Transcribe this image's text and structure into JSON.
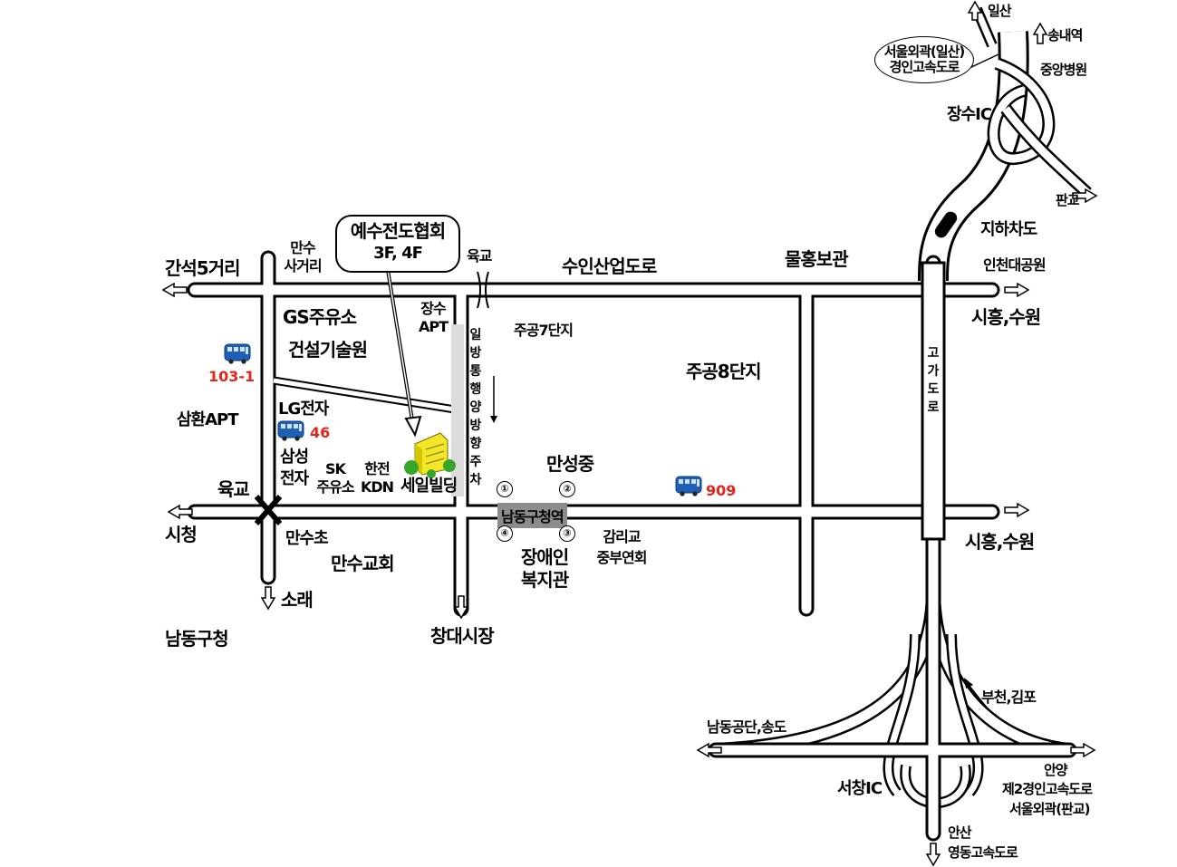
{
  "callout": {
    "line1": "예수전도협회",
    "line2": "3F, 4F"
  },
  "highway_oval": {
    "line1": "서울외곽(일산)",
    "line2": "경인고속도로"
  },
  "top_right": {
    "ilsan": "일산",
    "songnae": "송내역",
    "hospital": "중앙병원",
    "jangsu_ic": "장수IC",
    "pangyo": "판교",
    "underpass": "지하차도",
    "incheon_park": "인천대공원",
    "siheung_upper": "시흥,수원",
    "elevated": [
      "고",
      "가",
      "도",
      "로"
    ]
  },
  "streets": {
    "ganseok": "간석5거리",
    "mansu_jct": [
      "만수",
      "사거리"
    ],
    "yukgyo_top": "육교",
    "suin_road": "수인산업도로",
    "mulhong": "물홍보관",
    "yukgyo_left": "육교",
    "sicheong": "시청",
    "sorae": "소래",
    "namdong_office": "남동구청",
    "changdae": "창대시장",
    "siheung_lower": "시흥,수원"
  },
  "places": {
    "gs": "GS주유소",
    "construction": "건설기술원",
    "jangsu_apt": [
      "장수",
      "APT"
    ],
    "jugong7": "주공7단지",
    "jugong8": "주공8단지",
    "samhwan": "삼환APT",
    "lg": "LG전자",
    "samsung": [
      "삼성",
      "전자"
    ],
    "sk": [
      "SK",
      "주유소"
    ],
    "kdn": [
      "한전",
      "KDN"
    ],
    "seil": "세일빌딩",
    "mansung": "만성중",
    "mansu_school": "만수초",
    "mansu_church": "만수교회",
    "disability": [
      "장애인",
      "복지관"
    ],
    "gamri": [
      "감리교",
      "중부연회"
    ]
  },
  "oneway": [
    "일",
    "방",
    "통",
    "행",
    "양",
    "방",
    "향",
    "주",
    "차"
  ],
  "buses": {
    "b1031": "103-1",
    "b46": "46",
    "b909": "909"
  },
  "station": {
    "name": "남동구청역",
    "exits": [
      "①",
      "②",
      "③",
      "④"
    ]
  },
  "bottom": {
    "bucheon": "부천,김포",
    "namdong_ind": "남동공단,송도",
    "seochang_ic": "서창IC",
    "anyang": "안양",
    "second_gyeongin": "제2경인고속도로",
    "seoul_pangyo": "서울외곽(판교)",
    "ansan": "안산",
    "yeongdong": "영동고속도로"
  },
  "colors": {
    "bus_blue": "#1f5fb4",
    "bus_number_red": "#e8231a",
    "building_yellow": "#f2e628",
    "tree_green": "#37a529",
    "station_gray": "#8c8c8c",
    "parking_gray": "#dcdcdc"
  }
}
